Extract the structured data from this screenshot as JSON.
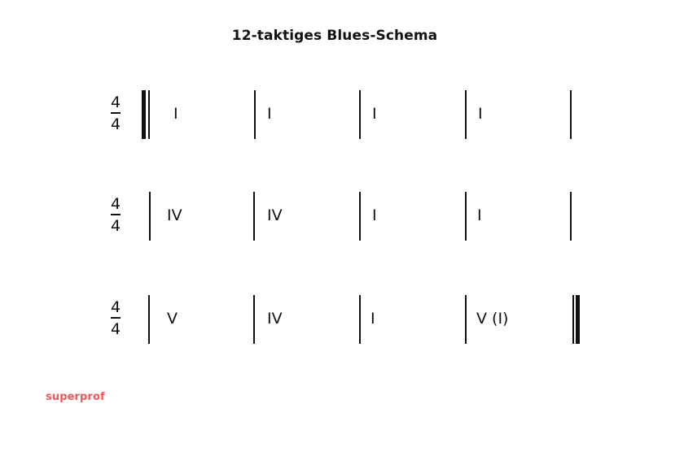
{
  "title": "12-taktiges Blues-Schema",
  "time_signature": {
    "numerator": "4",
    "denominator": "4"
  },
  "rows": [
    {
      "chords": [
        "I",
        "I",
        "I",
        "I"
      ],
      "start": "double-bar-repeat",
      "end": "single-bar"
    },
    {
      "chords": [
        "IV",
        "IV",
        "I",
        "I"
      ],
      "start": "single-bar",
      "end": "single-bar"
    },
    {
      "chords": [
        "V",
        "IV",
        "I",
        "V (I)"
      ],
      "start": "single-bar",
      "end": "final-double-bar"
    }
  ],
  "brand": {
    "logo_text": "superprof",
    "color": "#f0575c"
  }
}
